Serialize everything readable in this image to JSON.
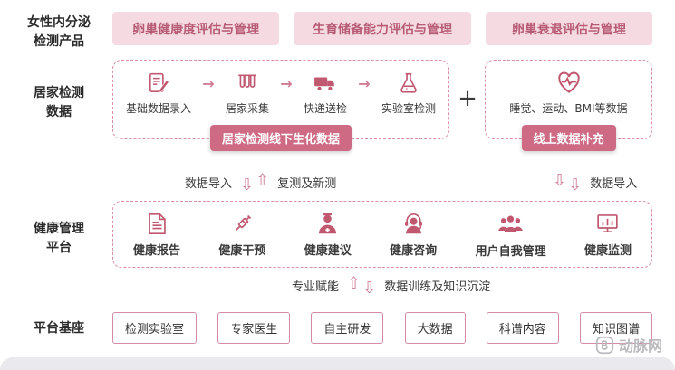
{
  "colors": {
    "accent": "#b75a73",
    "pink_light": "#f5dbe1",
    "badge_bg": "#ce6a84",
    "dashed_border": "#d98ea6",
    "text_dark": "#333333",
    "watermark_gray": "#bcbcc0"
  },
  "left_labels": {
    "products_line1": "女性内分泌",
    "products_line2": "检测产品",
    "home_line1": "居家检测",
    "home_line2": "数据",
    "platform_line1": "健康管理",
    "platform_line2": "平台",
    "base": "平台基座"
  },
  "products": {
    "items": [
      "卵巢健康度评估与管理",
      "生育储备能力评估与管理",
      "卵巢衰退评估与管理"
    ]
  },
  "home_testing": {
    "steps": [
      {
        "icon": "edit-icon",
        "label": "基础数据录入"
      },
      {
        "icon": "tubes-icon",
        "label": "居家采集"
      },
      {
        "icon": "truck-icon",
        "label": "快递送检"
      },
      {
        "icon": "flask-icon",
        "label": "实验室检测"
      }
    ],
    "badge": "居家检测线下生化数据"
  },
  "plus": "+",
  "online_data": {
    "icon": "heart-pulse-icon",
    "label": "睡觉、运动、BMI等数据",
    "badge": "线上数据补充"
  },
  "flow_mid": {
    "left_text": "数据导入",
    "center_text": "复测及新测",
    "right_text": "数据导入"
  },
  "platform": {
    "items": [
      {
        "icon": "report-icon",
        "label": "健康报告"
      },
      {
        "icon": "syringe-icon",
        "label": "健康干预"
      },
      {
        "icon": "doctor-icon",
        "label": "健康建议"
      },
      {
        "icon": "headset-icon",
        "label": "健康咨询"
      },
      {
        "icon": "users-icon",
        "label": "用户自我管理"
      },
      {
        "icon": "monitor-icon",
        "label": "健康监测"
      }
    ]
  },
  "flow_bottom": {
    "left_text": "专业赋能",
    "right_text": "数据训练及知识沉淀"
  },
  "base": {
    "items": [
      "检测实验室",
      "专家医生",
      "自主研发",
      "大数据",
      "科谱内容",
      "知识图谱"
    ]
  },
  "glyphs": {
    "arrow_right": "→",
    "arrow_down": "⇩",
    "arrow_up": "⇧"
  },
  "watermark": "动脉网"
}
